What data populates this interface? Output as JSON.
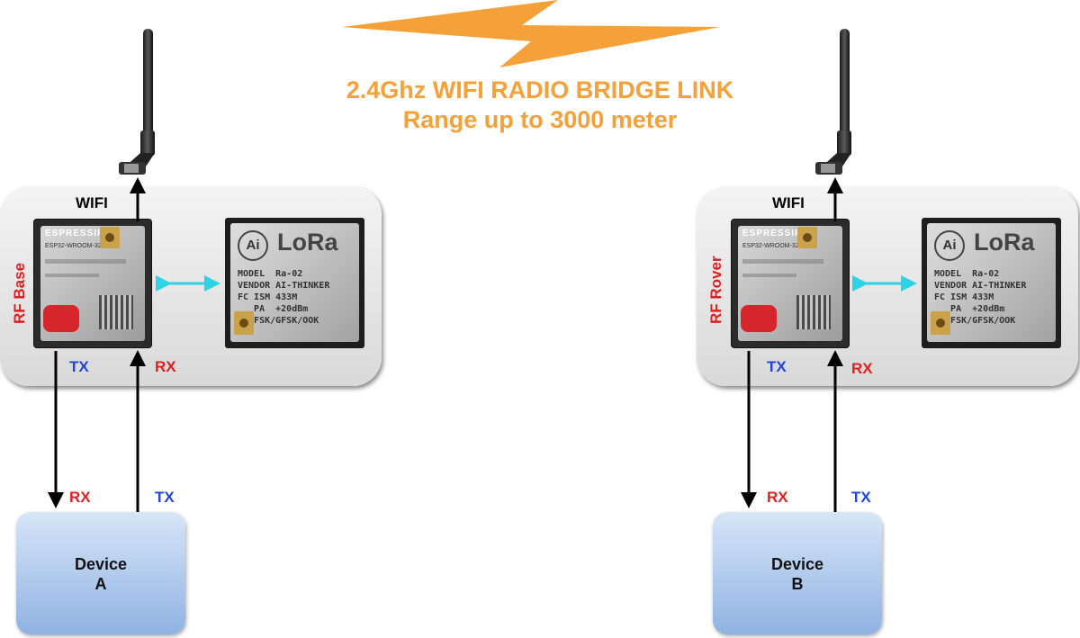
{
  "title": {
    "line1": "2.4Ghz WIFI RADIO BRIDGE LINK",
    "line2": "Range up to 3000 meter"
  },
  "left": {
    "side_label": "RF Base",
    "wifi_label": "WIFI",
    "esp_tx": "TX",
    "esp_rx": "RX",
    "dev_rx": "RX",
    "dev_tx": "TX",
    "device_line1": "Device",
    "device_line2": "A"
  },
  "right": {
    "side_label": "RF Rover",
    "wifi_label": "WIFI",
    "esp_tx": "TX",
    "esp_rx": "RX",
    "dev_rx": "RX",
    "dev_tx": "TX",
    "device_line1": "Device",
    "device_line2": "B"
  },
  "esp_module": {
    "brand": "ESPRESSIF",
    "model": "ESP32-WROOM-32U"
  },
  "lora_module": {
    "logo": "Ai",
    "brand": "LoRa",
    "text": "MODEL  Ra-02\nVENDOR AI-THINKER\nFC ISM 433M\n   PA  +20dBm\nCE FSK/GFSK/OOK"
  },
  "colors": {
    "title": "#f4a13a",
    "lightning": "#f4a13a",
    "rx": "#e02020",
    "tx": "#2244dd",
    "link_arrow": "#2ed3e6",
    "device_fill": "#a9c5ec"
  }
}
